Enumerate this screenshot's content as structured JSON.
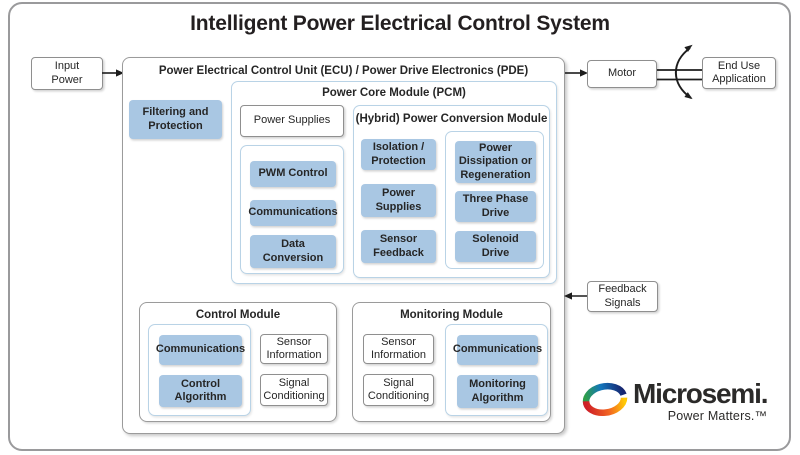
{
  "title": "Intelligent Power Electrical Control System",
  "colors": {
    "box_fill_blue": "#a9c7e3",
    "container_border_blue": "#b9d3e6",
    "border_gray": "#9b9b9b",
    "text_dark": "#262626"
  },
  "input_power": {
    "label": "Input\nPower"
  },
  "ecu": {
    "title": "Power Electrical Control Unit (ECU) / Power Drive Electronics (PDE)",
    "filtering": "Filtering and\nProtection",
    "pcm": {
      "title": "Power Core Module (PCM)",
      "power_supplies": "Power Supplies",
      "signal_boxes": [
        "PWM Control",
        "Communications",
        "Data\nConversion"
      ],
      "hybrid": {
        "title": "(Hybrid) Power Conversion Module",
        "left_boxes": [
          "Isolation /\nProtection",
          "Power\nSupplies",
          "Sensor\nFeedback"
        ],
        "right_boxes": [
          "Power\nDissipation or\nRegeneration",
          "Three Phase\nDrive",
          "Solenoid\nDrive"
        ]
      }
    },
    "control_module": {
      "title": "Control Module",
      "blue_boxes": [
        "Communications",
        "Control\nAlgorithm"
      ],
      "white_boxes": [
        "Sensor\nInformation",
        "Signal\nConditioning"
      ]
    },
    "monitoring_module": {
      "title": "Monitoring Module",
      "white_boxes": [
        "Sensor\nInformation",
        "Signal\nConditioning"
      ],
      "blue_boxes": [
        "Communications",
        "Monitoring\nAlgorithm"
      ]
    }
  },
  "motor": {
    "label": "Motor"
  },
  "end_use": {
    "label": "End Use\nApplication"
  },
  "feedback": {
    "label": "Feedback\nSignals"
  },
  "logo": {
    "brand": "Microsemi.",
    "tagline": "Power Matters.™"
  }
}
